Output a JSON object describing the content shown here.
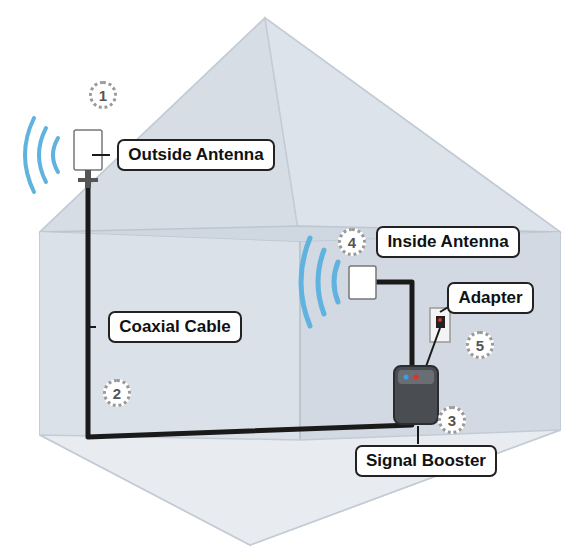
{
  "diagram": {
    "nodes": [
      {
        "text": [
          "1"
        ]
      },
      {
        "text": [
          "Outside Antenna"
        ]
      },
      {
        "text": [
          "4"
        ]
      },
      {
        "text": [
          "Inside Antenna"
        ]
      },
      {
        "text": [
          "Adapter"
        ]
      },
      {
        "text": [
          "5"
        ]
      },
      {
        "text": [
          "Coaxial Cable"
        ]
      },
      {
        "text": [
          "2"
        ]
      },
      {
        "text": [
          "3"
        ]
      },
      {
        "text": [
          "Signal Booster"
        ]
      }
    ]
  }
}
